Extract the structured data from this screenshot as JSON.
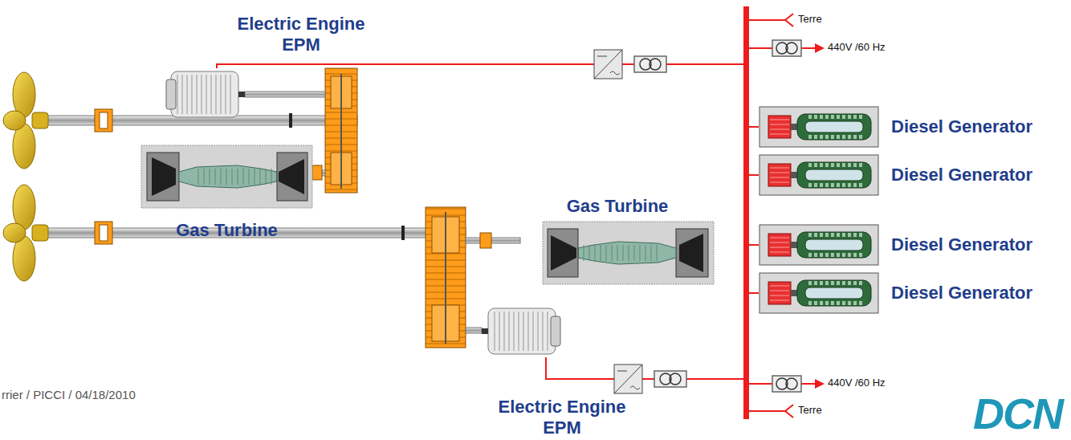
{
  "diagram": {
    "nodes": [
      {
        "text": [
          "Electric Engine EPM"
        ]
      },
      {
        "text": [
          "Gas Turbine"
        ]
      },
      {
        "text": [
          "Diesel Generator"
        ]
      },
      {
        "text": [
          "Diesel Generator"
        ]
      },
      {
        "text": [
          "Gas Turbine"
        ]
      },
      {
        "text": [
          "Diesel Generator"
        ]
      },
      {
        "text": [
          "Diesel Generator"
        ]
      },
      {
        "text": [
          "Electric Engine EPM"
        ]
      }
    ],
    "labels": [
      "Terre",
      "440V /60 Hz",
      "440V /60 Hz",
      "Terre",
      "rrier / PICCI / 04/18/2010",
      "DCN"
    ]
  }
}
